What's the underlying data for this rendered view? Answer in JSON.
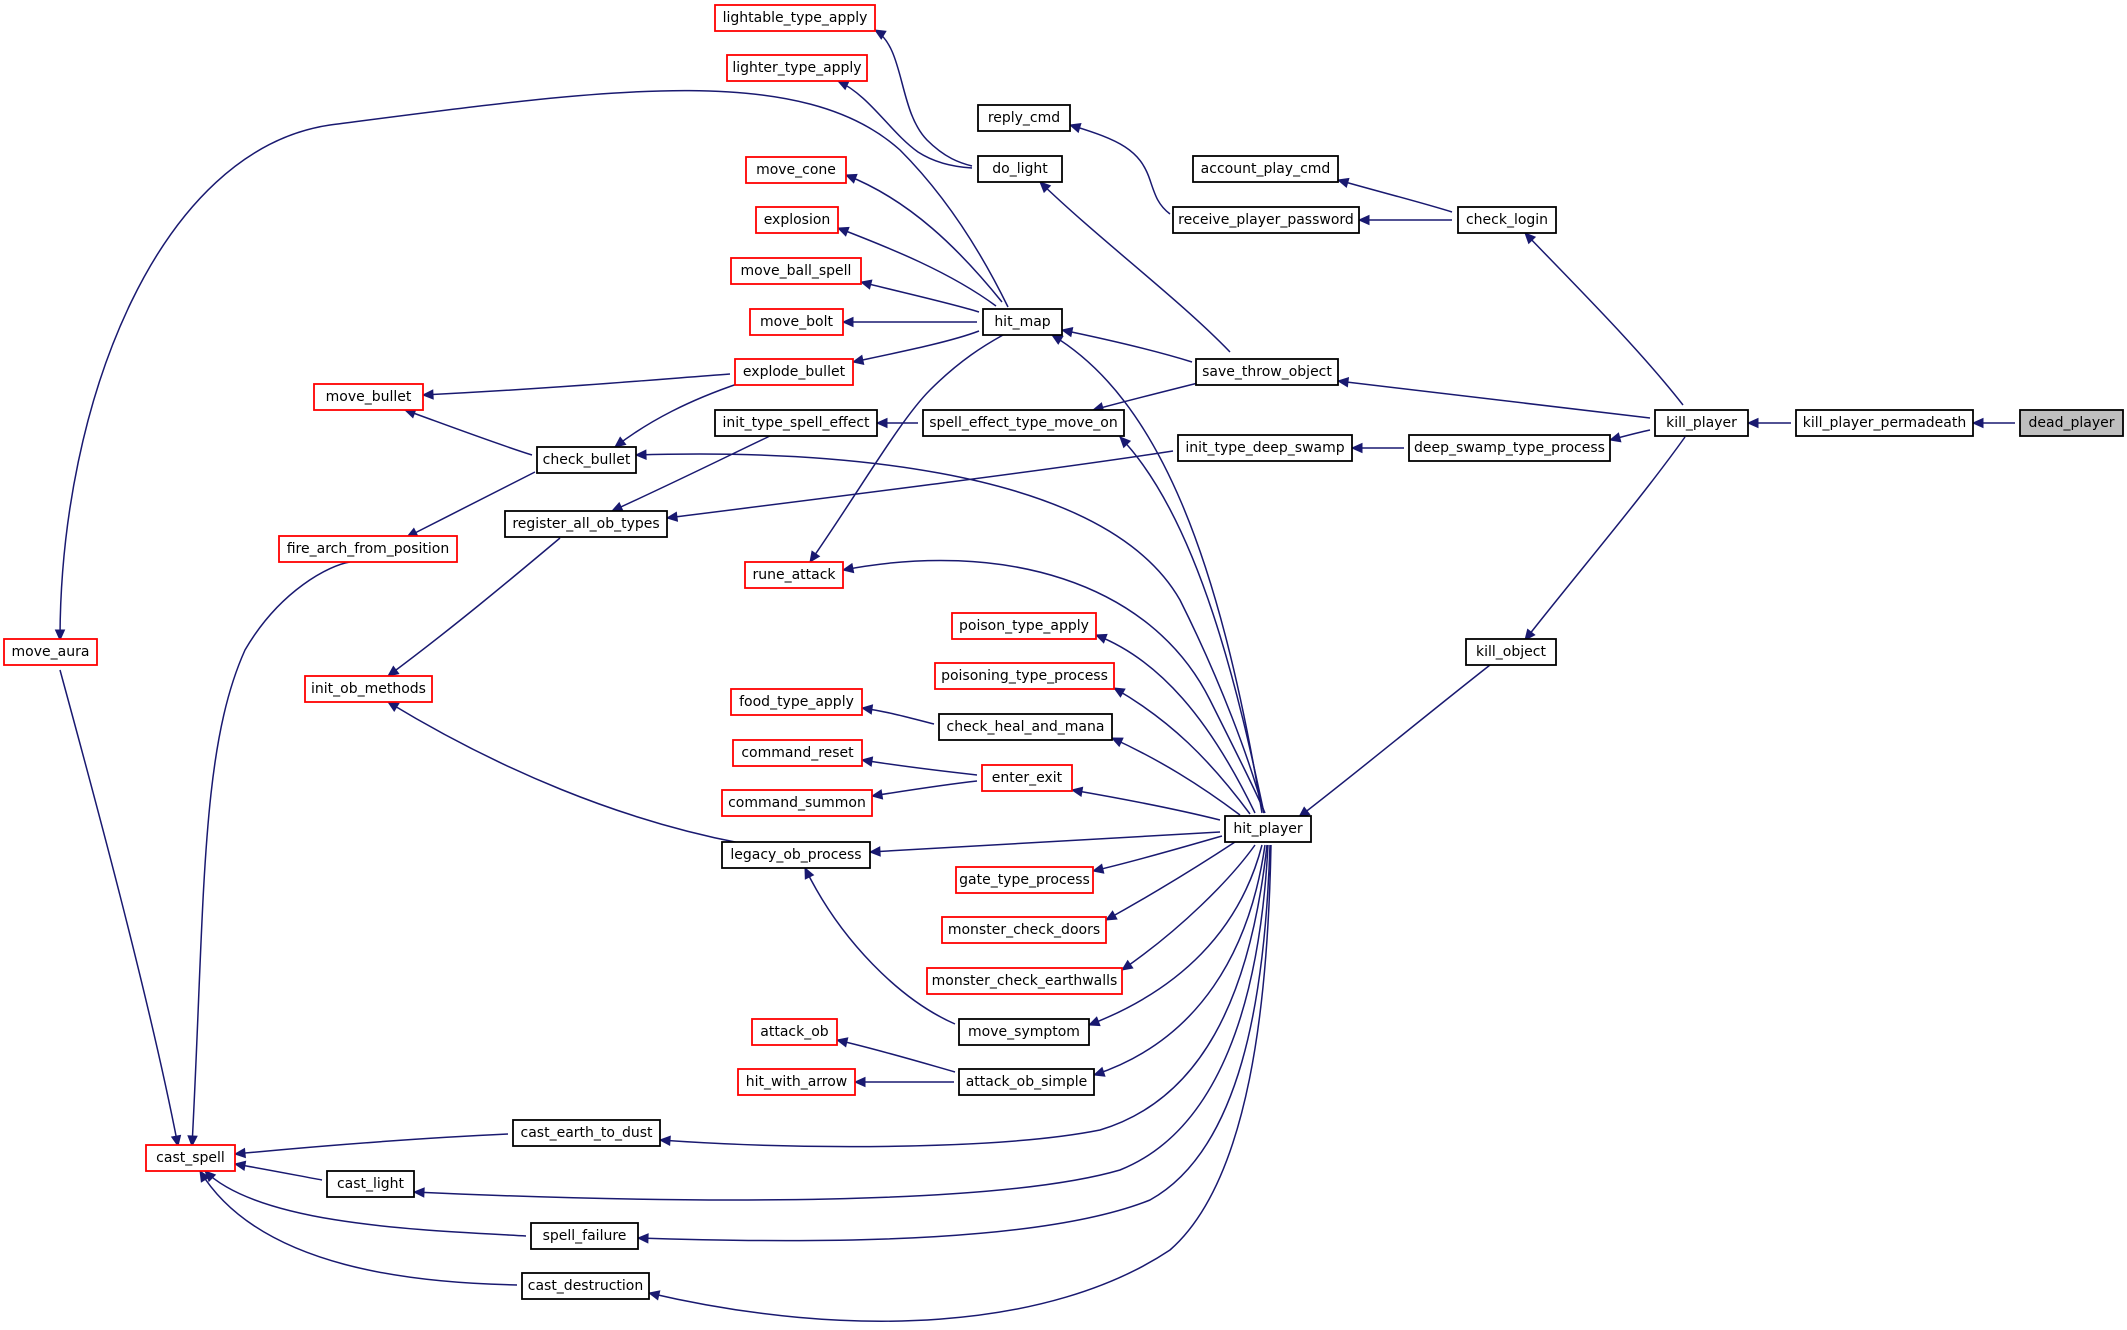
{
  "graph": {
    "nodes": [
      {
        "id": "lightable_type_apply",
        "label": "lightable_type_apply",
        "style": "red"
      },
      {
        "id": "lighter_type_apply",
        "label": "lighter_type_apply",
        "style": "red"
      },
      {
        "id": "reply_cmd",
        "label": "reply_cmd",
        "style": "black"
      },
      {
        "id": "do_light",
        "label": "do_light",
        "style": "black"
      },
      {
        "id": "account_play_cmd",
        "label": "account_play_cmd",
        "style": "black"
      },
      {
        "id": "receive_player_password",
        "label": "receive_player_password",
        "style": "black"
      },
      {
        "id": "check_login",
        "label": "check_login",
        "style": "black"
      },
      {
        "id": "move_cone",
        "label": "move_cone",
        "style": "red"
      },
      {
        "id": "explosion",
        "label": "explosion",
        "style": "red"
      },
      {
        "id": "move_ball_spell",
        "label": "move_ball_spell",
        "style": "red"
      },
      {
        "id": "move_bolt",
        "label": "move_bolt",
        "style": "red"
      },
      {
        "id": "hit_map",
        "label": "hit_map",
        "style": "black"
      },
      {
        "id": "explode_bullet",
        "label": "explode_bullet",
        "style": "red"
      },
      {
        "id": "save_throw_object",
        "label": "save_throw_object",
        "style": "black"
      },
      {
        "id": "move_bullet",
        "label": "move_bullet",
        "style": "red"
      },
      {
        "id": "init_type_spell_effect",
        "label": "init_type_spell_effect",
        "style": "black"
      },
      {
        "id": "spell_effect_type_move_on",
        "label": "spell_effect_type_move_on",
        "style": "black"
      },
      {
        "id": "kill_player",
        "label": "kill_player",
        "style": "black"
      },
      {
        "id": "kill_player_permadeath",
        "label": "kill_player_permadeath",
        "style": "black"
      },
      {
        "id": "dead_player",
        "label": "dead_player",
        "style": "root"
      },
      {
        "id": "check_bullet",
        "label": "check_bullet",
        "style": "black"
      },
      {
        "id": "init_type_deep_swamp",
        "label": "init_type_deep_swamp",
        "style": "black"
      },
      {
        "id": "deep_swamp_type_process",
        "label": "deep_swamp_type_process",
        "style": "black"
      },
      {
        "id": "register_all_ob_types",
        "label": "register_all_ob_types",
        "style": "black"
      },
      {
        "id": "fire_arch_from_position",
        "label": "fire_arch_from_position",
        "style": "red"
      },
      {
        "id": "rune_attack",
        "label": "rune_attack",
        "style": "red"
      },
      {
        "id": "poison_type_apply",
        "label": "poison_type_apply",
        "style": "red"
      },
      {
        "id": "move_aura",
        "label": "move_aura",
        "style": "red"
      },
      {
        "id": "kill_object",
        "label": "kill_object",
        "style": "black"
      },
      {
        "id": "poisoning_type_process",
        "label": "poisoning_type_process",
        "style": "red"
      },
      {
        "id": "init_ob_methods",
        "label": "init_ob_methods",
        "style": "red"
      },
      {
        "id": "food_type_apply",
        "label": "food_type_apply",
        "style": "red"
      },
      {
        "id": "check_heal_and_mana",
        "label": "check_heal_and_mana",
        "style": "black"
      },
      {
        "id": "command_reset",
        "label": "command_reset",
        "style": "red"
      },
      {
        "id": "enter_exit",
        "label": "enter_exit",
        "style": "red"
      },
      {
        "id": "command_summon",
        "label": "command_summon",
        "style": "red"
      },
      {
        "id": "hit_player",
        "label": "hit_player",
        "style": "black"
      },
      {
        "id": "legacy_ob_process",
        "label": "legacy_ob_process",
        "style": "black"
      },
      {
        "id": "gate_type_process",
        "label": "gate_type_process",
        "style": "red"
      },
      {
        "id": "monster_check_doors",
        "label": "monster_check_doors",
        "style": "red"
      },
      {
        "id": "monster_check_earthwalls",
        "label": "monster_check_earthwalls",
        "style": "red"
      },
      {
        "id": "attack_ob",
        "label": "attack_ob",
        "style": "red"
      },
      {
        "id": "move_symptom",
        "label": "move_symptom",
        "style": "black"
      },
      {
        "id": "hit_with_arrow",
        "label": "hit_with_arrow",
        "style": "red"
      },
      {
        "id": "attack_ob_simple",
        "label": "attack_ob_simple",
        "style": "black"
      },
      {
        "id": "cast_earth_to_dust",
        "label": "cast_earth_to_dust",
        "style": "black"
      },
      {
        "id": "cast_spell",
        "label": "cast_spell",
        "style": "red"
      },
      {
        "id": "cast_light",
        "label": "cast_light",
        "style": "black"
      },
      {
        "id": "spell_failure",
        "label": "spell_failure",
        "style": "black"
      },
      {
        "id": "cast_destruction",
        "label": "cast_destruction",
        "style": "black"
      }
    ],
    "edges": [
      [
        "lightable_type_apply",
        "do_light"
      ],
      [
        "lighter_type_apply",
        "do_light"
      ],
      [
        "do_light",
        "save_throw_object"
      ],
      [
        "reply_cmd",
        "receive_player_password"
      ],
      [
        "receive_player_password",
        "check_login"
      ],
      [
        "account_play_cmd",
        "check_login"
      ],
      [
        "check_login",
        "kill_player"
      ],
      [
        "move_cone",
        "hit_map"
      ],
      [
        "explosion",
        "hit_map"
      ],
      [
        "move_ball_spell",
        "hit_map"
      ],
      [
        "move_bolt",
        "hit_map"
      ],
      [
        "explode_bullet",
        "hit_map"
      ],
      [
        "rune_attack",
        "hit_map"
      ],
      [
        "move_aura",
        "hit_map"
      ],
      [
        "hit_map",
        "save_throw_object"
      ],
      [
        "spell_effect_type_move_on",
        "save_throw_object"
      ],
      [
        "save_throw_object",
        "kill_player"
      ],
      [
        "move_bullet",
        "explode_bullet"
      ],
      [
        "check_bullet",
        "explode_bullet"
      ],
      [
        "move_bullet",
        "check_bullet"
      ],
      [
        "fire_arch_from_position",
        "check_bullet"
      ],
      [
        "cast_spell",
        "fire_arch_from_position"
      ],
      [
        "cast_spell",
        "move_aura"
      ],
      [
        "init_type_spell_effect",
        "spell_effect_type_move_on"
      ],
      [
        "register_all_ob_types",
        "init_type_spell_effect"
      ],
      [
        "register_all_ob_types",
        "init_type_deep_swamp"
      ],
      [
        "init_type_deep_swamp",
        "deep_swamp_type_process"
      ],
      [
        "deep_swamp_type_process",
        "kill_player"
      ],
      [
        "init_ob_methods",
        "register_all_ob_types"
      ],
      [
        "init_ob_methods",
        "legacy_ob_process"
      ],
      [
        "kill_player",
        "kill_player_permadeath"
      ],
      [
        "kill_player_permadeath",
        "dead_player"
      ],
      [
        "kill_object",
        "kill_player"
      ],
      [
        "hit_player",
        "kill_object"
      ],
      [
        "hit_map",
        "hit_player"
      ],
      [
        "spell_effect_type_move_on",
        "hit_player"
      ],
      [
        "check_bullet",
        "hit_player"
      ],
      [
        "rune_attack",
        "hit_player"
      ],
      [
        "poison_type_apply",
        "hit_player"
      ],
      [
        "poisoning_type_process",
        "hit_player"
      ],
      [
        "check_heal_and_mana",
        "hit_player"
      ],
      [
        "food_type_apply",
        "check_heal_and_mana"
      ],
      [
        "command_reset",
        "enter_exit"
      ],
      [
        "command_summon",
        "enter_exit"
      ],
      [
        "enter_exit",
        "hit_player"
      ],
      [
        "legacy_ob_process",
        "hit_player"
      ],
      [
        "gate_type_process",
        "hit_player"
      ],
      [
        "monster_check_doors",
        "hit_player"
      ],
      [
        "monster_check_earthwalls",
        "hit_player"
      ],
      [
        "legacy_ob_process",
        "move_symptom"
      ],
      [
        "move_symptom",
        "hit_player"
      ],
      [
        "attack_ob",
        "attack_ob_simple"
      ],
      [
        "hit_with_arrow",
        "attack_ob_simple"
      ],
      [
        "attack_ob_simple",
        "hit_player"
      ],
      [
        "cast_earth_to_dust",
        "hit_player"
      ],
      [
        "cast_spell",
        "cast_earth_to_dust"
      ],
      [
        "cast_light",
        "hit_player"
      ],
      [
        "cast_spell",
        "cast_light"
      ],
      [
        "spell_failure",
        "hit_player"
      ],
      [
        "cast_spell",
        "spell_failure"
      ],
      [
        "cast_destruction",
        "hit_player"
      ],
      [
        "cast_spell",
        "cast_destruction"
      ]
    ]
  },
  "colors": {
    "edge": "#191970",
    "node_border": "#000000",
    "node_border_truncated": "#ff0000",
    "root_fill": "#bfbfbf"
  }
}
